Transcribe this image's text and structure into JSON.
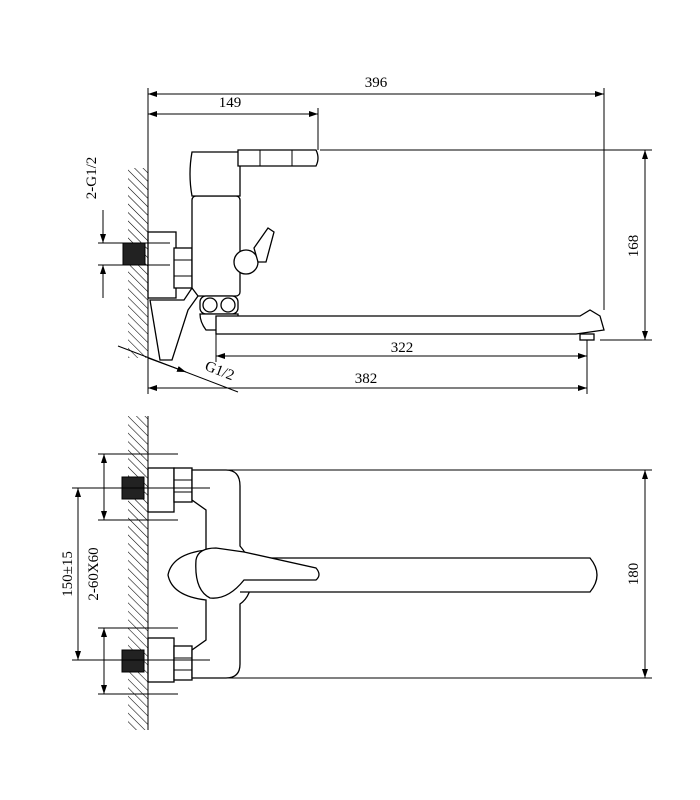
{
  "dimensions": {
    "total_length": "396",
    "handle_offset": "149",
    "height": "168",
    "spout_reach": "322",
    "body_length": "382",
    "inlet_thread": "2-G1/2",
    "outlet_thread": "G1/2",
    "center_distance": "150±15",
    "mount": "2-60X60",
    "front_height": "180"
  },
  "colors": {
    "line": "#000000",
    "background": "#ffffff"
  }
}
